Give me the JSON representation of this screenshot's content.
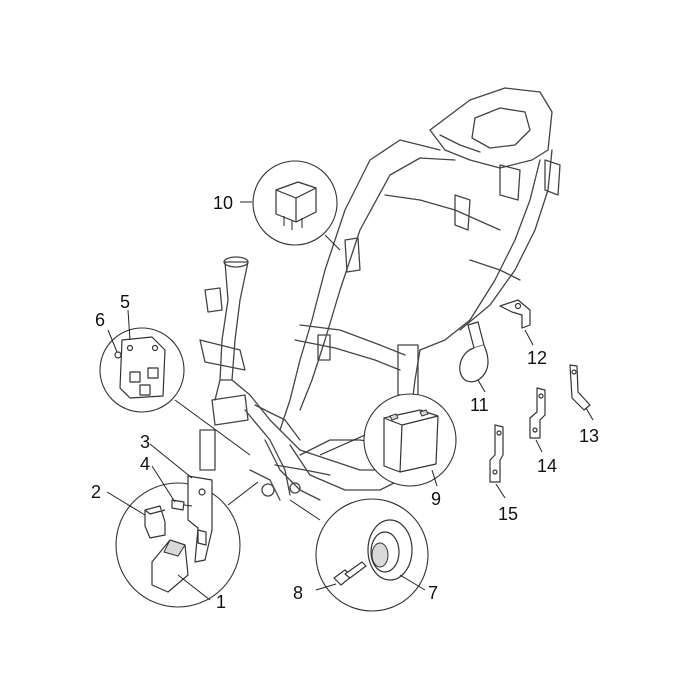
{
  "callouts": [
    {
      "id": "1",
      "text": "1"
    },
    {
      "id": "2",
      "text": "2"
    },
    {
      "id": "3",
      "text": "3"
    },
    {
      "id": "4",
      "text": "4"
    },
    {
      "id": "5",
      "text": "5"
    },
    {
      "id": "6",
      "text": "6"
    },
    {
      "id": "7",
      "text": "7"
    },
    {
      "id": "8",
      "text": "8"
    },
    {
      "id": "9",
      "text": "9"
    },
    {
      "id": "10",
      "text": "10"
    },
    {
      "id": "11",
      "text": "11"
    },
    {
      "id": "12",
      "text": "12"
    },
    {
      "id": "13",
      "text": "13"
    },
    {
      "id": "14",
      "text": "14"
    },
    {
      "id": "15",
      "text": "15"
    }
  ],
  "colors": {
    "line": "#222222",
    "background": "#ffffff",
    "shade": "#d9d9d9"
  }
}
